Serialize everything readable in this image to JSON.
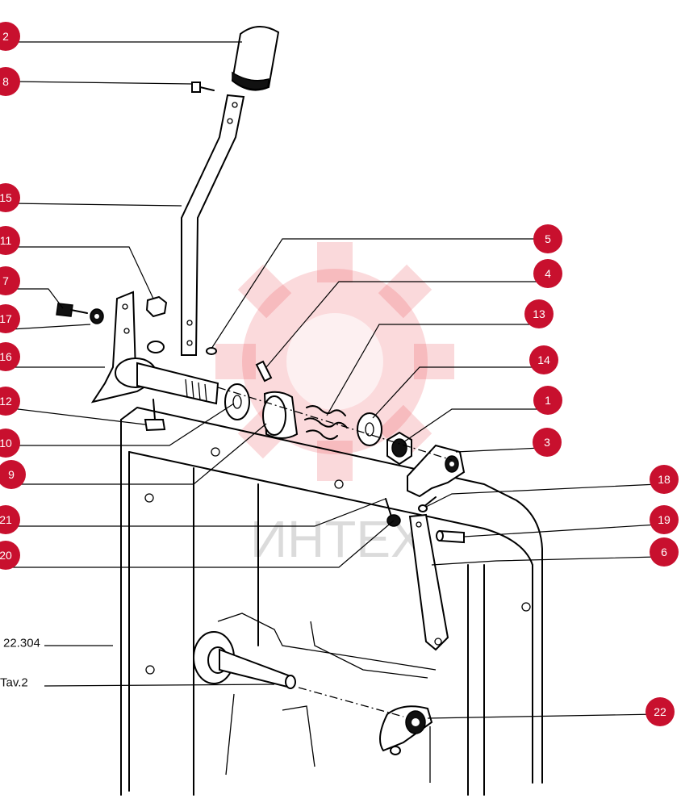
{
  "watermark": {
    "text": "ИНТЕХ",
    "color": "#e8323c"
  },
  "badge_color": "#c8102e",
  "callouts": [
    {
      "label": "2"
    },
    {
      "label": "8"
    },
    {
      "label": "15"
    },
    {
      "label": "11"
    },
    {
      "label": "7"
    },
    {
      "label": "17"
    },
    {
      "label": "16"
    },
    {
      "label": "12"
    },
    {
      "label": "10"
    },
    {
      "label": "9"
    },
    {
      "label": "21"
    },
    {
      "label": "20"
    },
    {
      "label": "5"
    },
    {
      "label": "4"
    },
    {
      "label": "13"
    },
    {
      "label": "14"
    },
    {
      "label": "1"
    },
    {
      "label": "3"
    },
    {
      "label": "18"
    },
    {
      "label": "19"
    },
    {
      "label": "6"
    },
    {
      "label": "22"
    }
  ],
  "references": [
    {
      "label": "22.304"
    },
    {
      "label": "Tav.2"
    }
  ]
}
